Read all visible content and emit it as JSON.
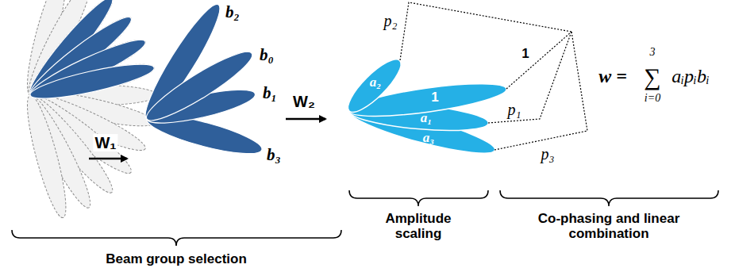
{
  "diagram": {
    "labels": [
      "W₁",
      "W₂",
      "b₂",
      "b₀",
      "b₁",
      "b₃",
      "a₂",
      "1",
      "a₁",
      "a₃",
      "p₂",
      "1",
      "p₁",
      "p₃",
      "w =",
      "3",
      "∑",
      "i=0",
      "aᵢpᵢbᵢ",
      "Amplitude scaling",
      "Co-phasing and linear combination",
      "Beam group selection"
    ]
  }
}
